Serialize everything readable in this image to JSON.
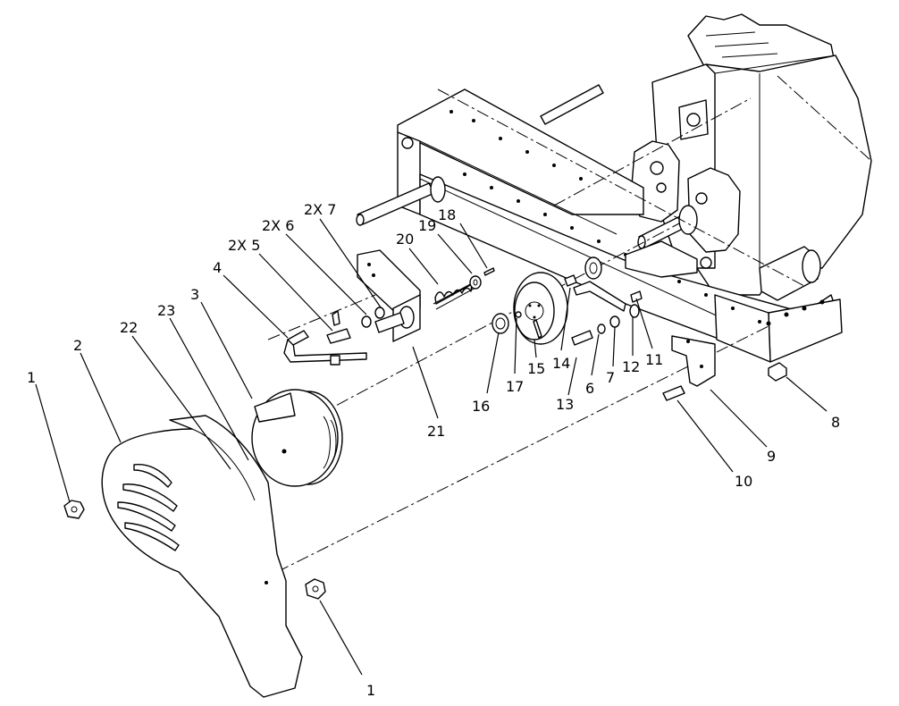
{
  "callouts": [
    {
      "id": "c1a",
      "text": "1"
    },
    {
      "id": "c2",
      "text": "2"
    },
    {
      "id": "c22",
      "text": "22"
    },
    {
      "id": "c23",
      "text": "23"
    },
    {
      "id": "c3",
      "text": "3"
    },
    {
      "id": "c4",
      "text": "4"
    },
    {
      "id": "c2x5",
      "text": "2X 5"
    },
    {
      "id": "c2x6",
      "text": "2X 6"
    },
    {
      "id": "c2x7",
      "text": "2X 7"
    },
    {
      "id": "c20",
      "text": "20"
    },
    {
      "id": "c19",
      "text": "19"
    },
    {
      "id": "c18",
      "text": "18"
    },
    {
      "id": "c21",
      "text": "21"
    },
    {
      "id": "c16",
      "text": "16"
    },
    {
      "id": "c17",
      "text": "17"
    },
    {
      "id": "c15",
      "text": "15"
    },
    {
      "id": "c14",
      "text": "14"
    },
    {
      "id": "c13",
      "text": "13"
    },
    {
      "id": "c6",
      "text": "6"
    },
    {
      "id": "c7",
      "text": "7"
    },
    {
      "id": "c12",
      "text": "12"
    },
    {
      "id": "c11",
      "text": "11"
    },
    {
      "id": "c8",
      "text": "8"
    },
    {
      "id": "c9",
      "text": "9"
    },
    {
      "id": "c10",
      "text": "10"
    },
    {
      "id": "c1b",
      "text": "1"
    }
  ]
}
